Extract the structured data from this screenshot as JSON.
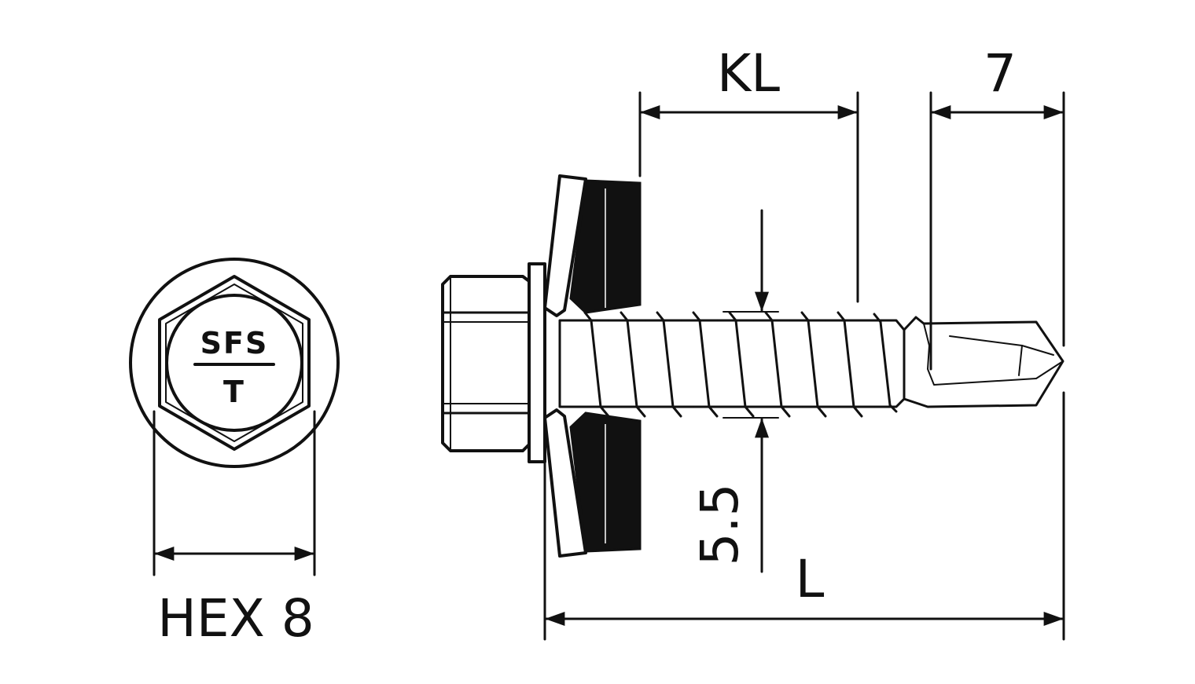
{
  "dimensions": {
    "kl": "KL",
    "tip_length": "7",
    "diameter": "5.5",
    "length": "L",
    "hex": "HEX 8"
  },
  "head_marking": {
    "brand": "SFS",
    "code": "T"
  },
  "colors": {
    "line": "#111111",
    "washer_seal": "#111111",
    "background": "#ffffff"
  }
}
